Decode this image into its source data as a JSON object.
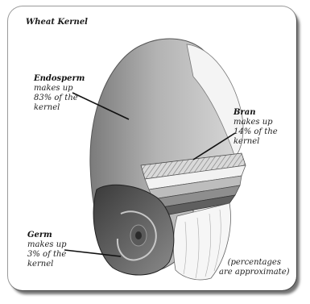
{
  "title": "Wheat Kernel",
  "labels": {
    "endosperm": {
      "name": "Endosperm",
      "line1": "makes up",
      "line2": "83% of the",
      "line3": "kernel"
    },
    "bran": {
      "name": "Bran",
      "line1": "makes up",
      "line2": "14% of the",
      "line3": "kernel"
    },
    "germ": {
      "name": "Germ",
      "line1": "makes up",
      "line2": "3% of the",
      "line3": "kernel"
    }
  },
  "footnote": {
    "line1": "(percentages",
    "line2": "are approximate)"
  }
}
